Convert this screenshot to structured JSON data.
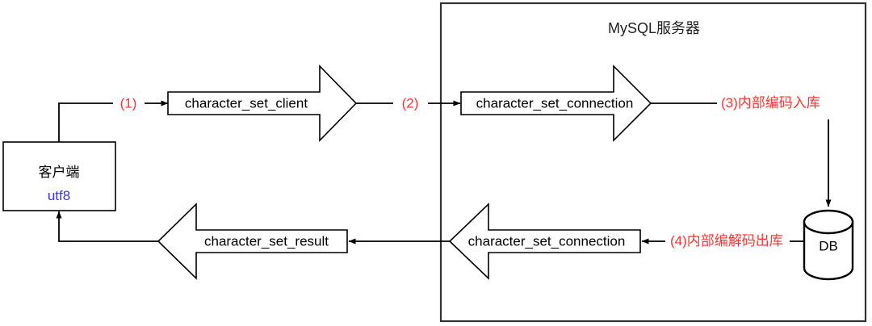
{
  "diagram": {
    "title": "MySQL服务器",
    "client": {
      "name": "客户端",
      "charset": "utf8"
    },
    "database": {
      "label": "DB"
    },
    "steps": [
      {
        "id": "step-1",
        "label": "(1)"
      },
      {
        "id": "step-2",
        "label": "(2)"
      },
      {
        "id": "step-3",
        "label": "(3)内部编码入库"
      },
      {
        "id": "step-4",
        "label": "(4)内部编解码出库"
      }
    ],
    "variables": {
      "character_set_client": "character_set_client",
      "character_set_connection_in": "character_set_connection",
      "character_set_connection_out": "character_set_connection",
      "character_set_result": "character_set_result"
    },
    "colors": {
      "stroke": "#000000",
      "annotation_red": "#ff3333",
      "charset_blue": "#3333ff",
      "title_gray": "#222222",
      "background": "#ffffff"
    }
  }
}
